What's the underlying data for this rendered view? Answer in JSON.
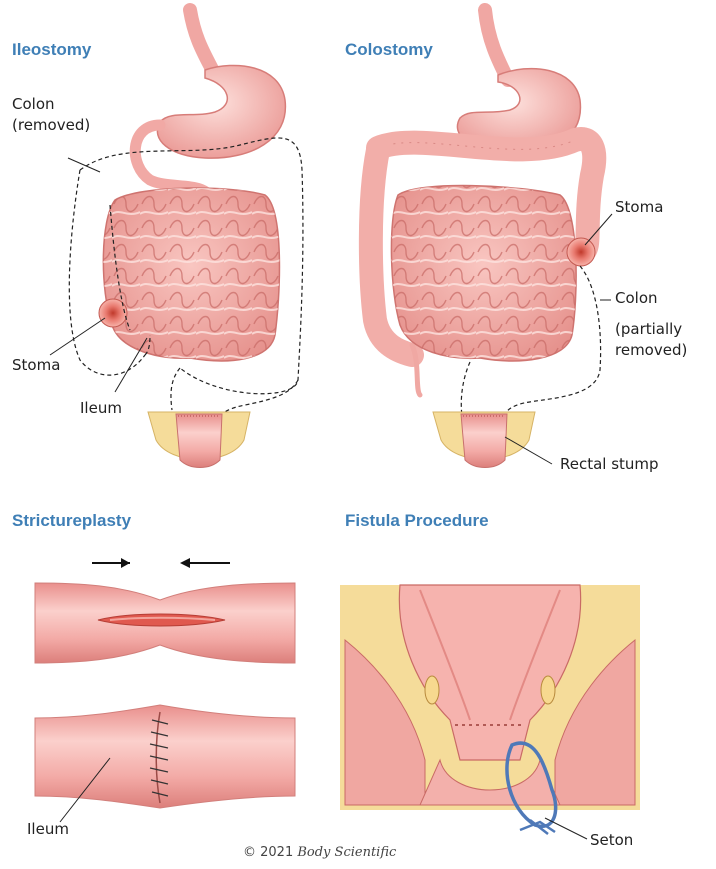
{
  "panels": {
    "ileostomy": {
      "title": "Ileostomy",
      "labels": {
        "colon": "Colon",
        "colon_note": "(removed)",
        "stoma": "Stoma",
        "ileum": "Ileum"
      }
    },
    "colostomy": {
      "title": "Colostomy",
      "labels": {
        "stoma": "Stoma",
        "colon": "Colon",
        "colon_note1": "(partially",
        "colon_note2": "removed)",
        "rectal_stump": "Rectal stump"
      }
    },
    "strictureplasty": {
      "title": "Strictureplasty",
      "labels": {
        "ileum": "Ileum"
      }
    },
    "fistula": {
      "title": "Fistula Procedure",
      "labels": {
        "seton": "Seton"
      }
    }
  },
  "copyright": {
    "text": "© 2021",
    "brand": "Body Scientific"
  },
  "colors": {
    "title_blue": "#3f7fb6",
    "tissue_pink": "#f2a9a6",
    "tissue_dark": "#d9736f",
    "fat_yellow": "#f5dc9a",
    "seton_blue": "#4f79b8"
  }
}
